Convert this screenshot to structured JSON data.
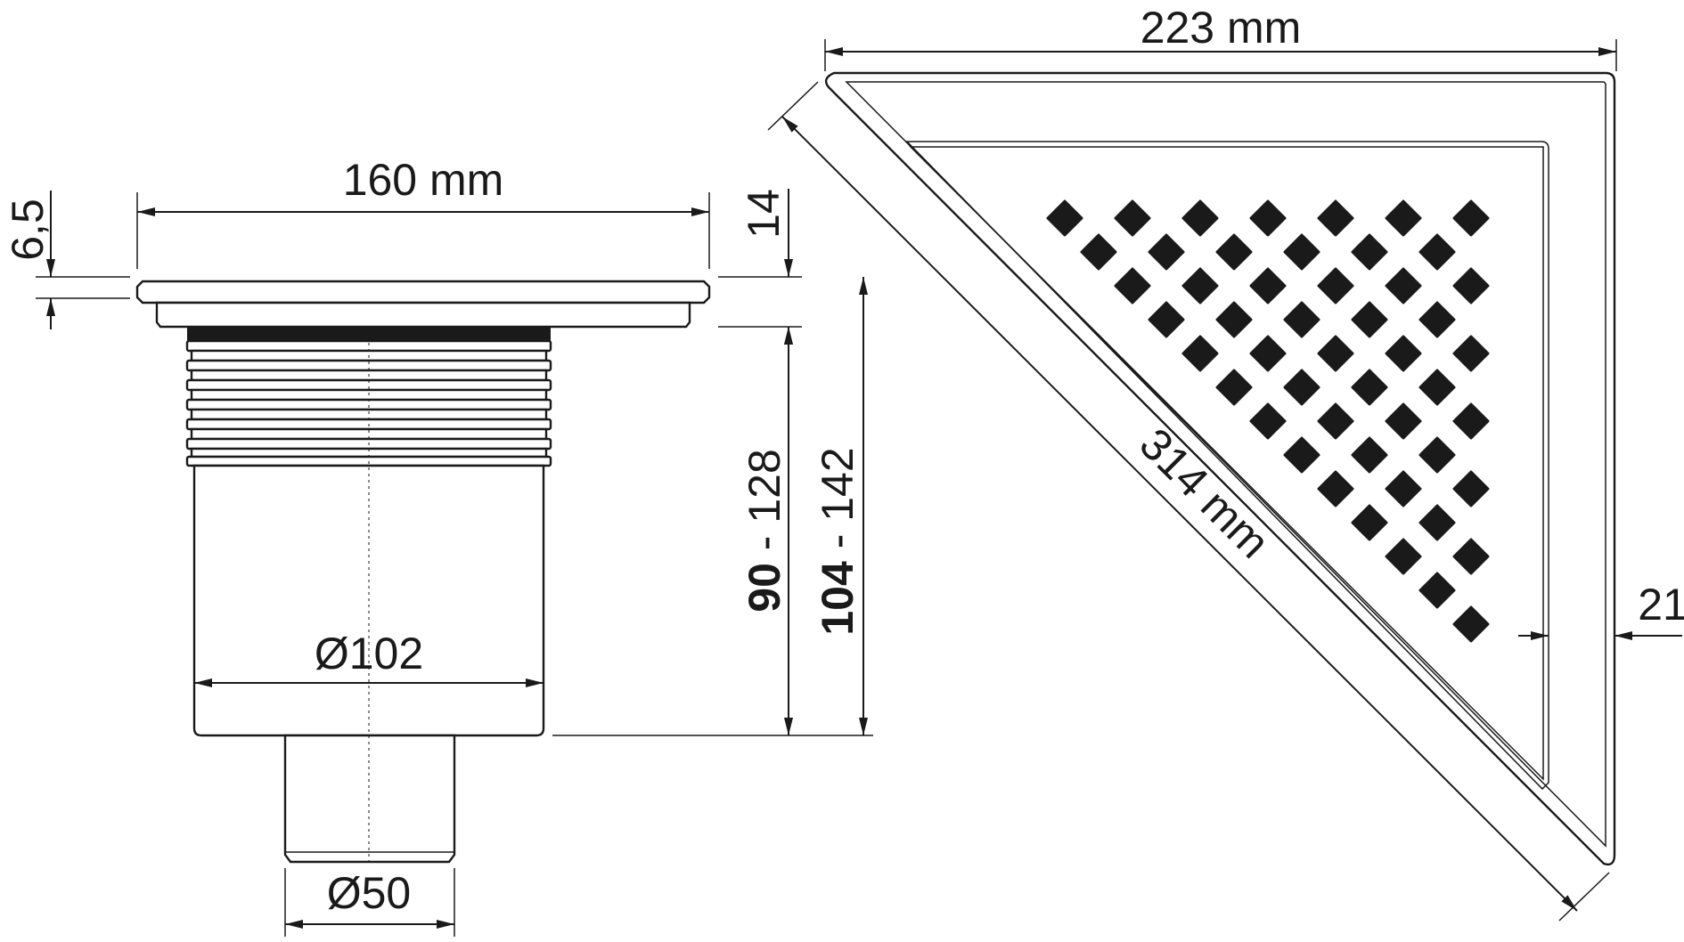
{
  "dimensions": {
    "flange_width": "160 mm",
    "flange_thickness": "6,5",
    "flange_height": "14",
    "body_diameter": "Ø102",
    "outlet_diameter": "Ø50",
    "height_range_min_bold": "90",
    "height_range_min_rest": " - 128",
    "height_range_total_bold": "104",
    "height_range_total_rest": " - 142",
    "grate_width": "223 mm",
    "grate_diagonal": "314 mm",
    "frame_width": "21"
  },
  "colors": {
    "ink": "#1a1a1a",
    "background": "#ffffff"
  }
}
